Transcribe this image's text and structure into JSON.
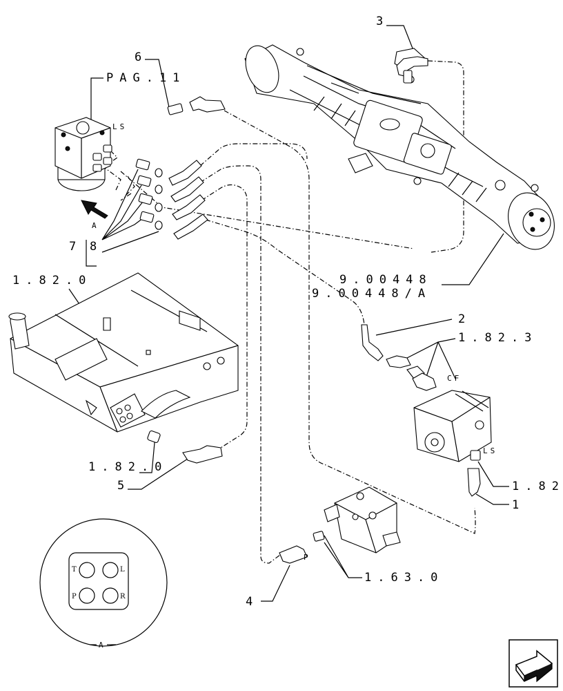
{
  "callouts": {
    "c3": "3",
    "c6": "6",
    "pag": "PAG.11",
    "ls_top": "LS",
    "a_arrow": "A",
    "c7": "7",
    "c8": "8",
    "ref_1820_top": "1.82.0",
    "ref_900448": "9.00448",
    "ref_900448a": "9.00448/A",
    "c2": "2",
    "ref_1823": "1.82.3",
    "cf": "CF",
    "ls_pump": "LS",
    "ref_182": "1.82",
    "c1": "1",
    "ref_1820_bottom": "1.82.0",
    "c5": "5",
    "p_label": "P",
    "ref_1630": "1.63.0",
    "c4": "4"
  },
  "detail_a": {
    "title": "A",
    "ports": {
      "tl": "T",
      "tr": "L",
      "bl": "P",
      "br": "R"
    }
  },
  "colors": {
    "line": "#000000",
    "background": "#ffffff"
  },
  "icons": {
    "next_page": "next-page-arrow-icon"
  }
}
